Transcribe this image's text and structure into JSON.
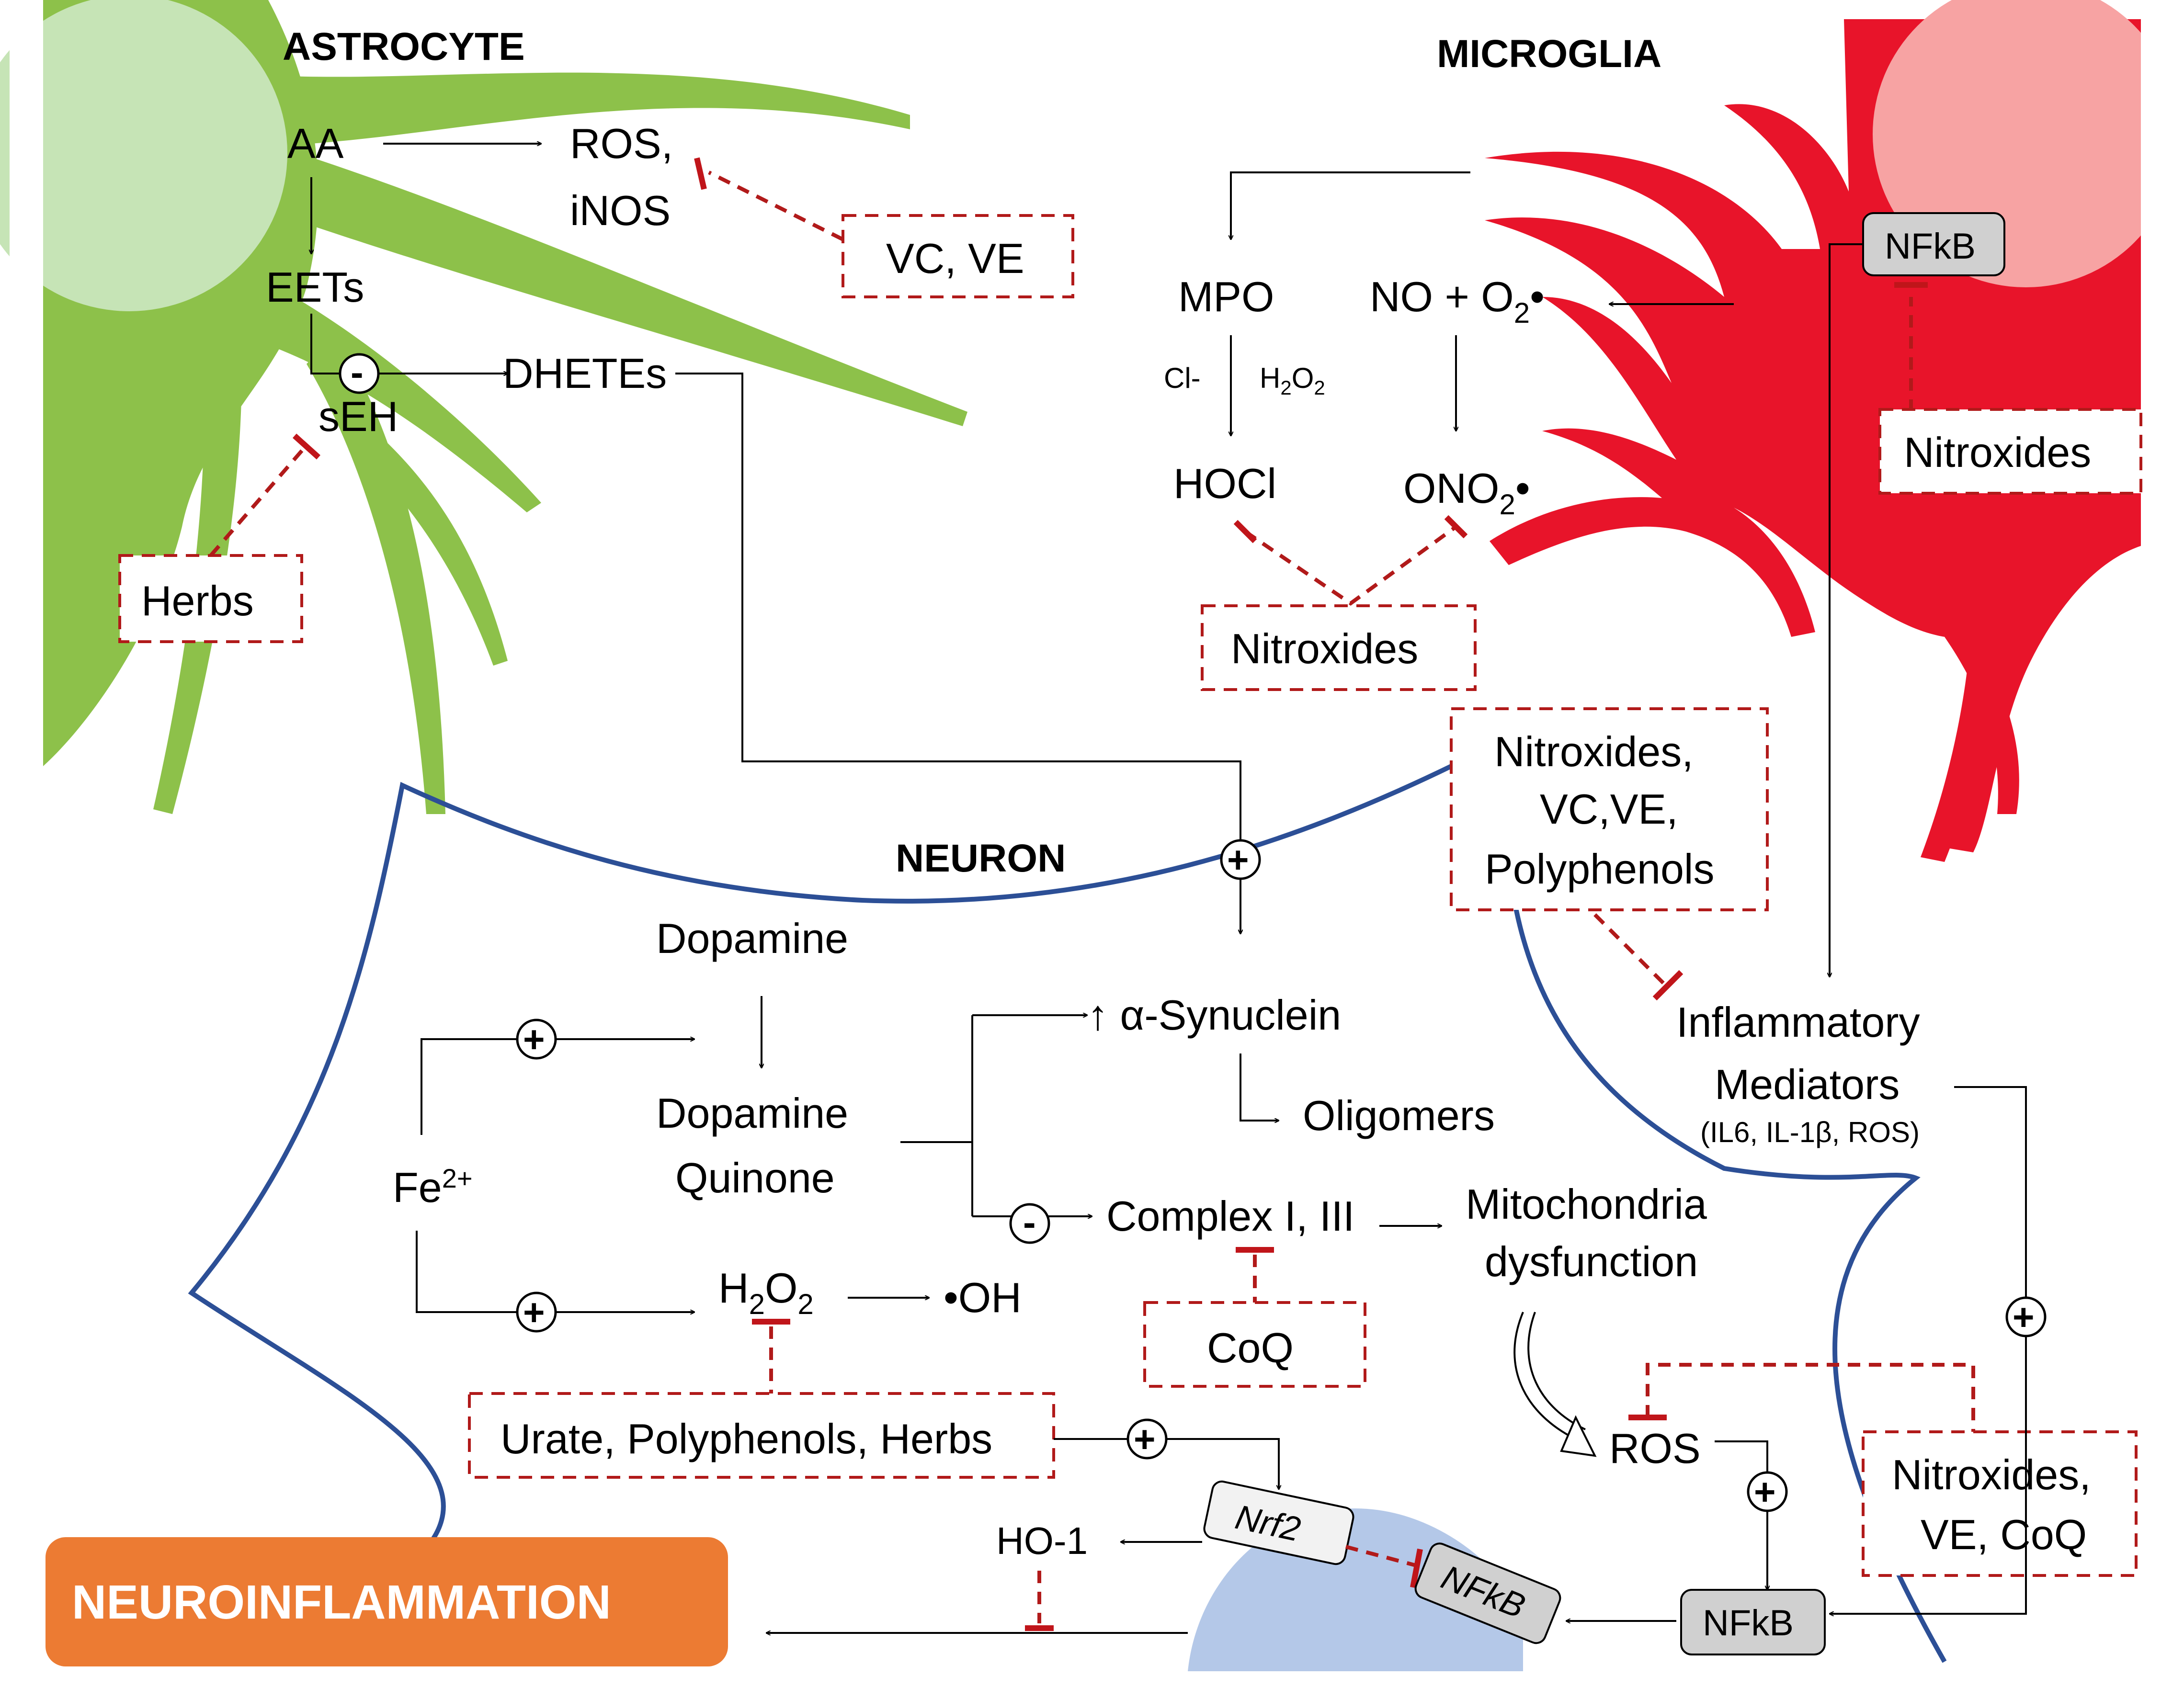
{
  "cells": {
    "astrocyte": "ASTROCYTE",
    "microglia": "MICROGLIA",
    "neuron": "NEURON"
  },
  "astrocyte_path": {
    "aa": "AA",
    "ros_line1": "ROS,",
    "ros_line2": "iNOS",
    "eets": "EETs",
    "minus": "-",
    "seh": "sEH",
    "dhetes": "DHETEs",
    "vc_ve_box": "VC, VE",
    "herbs_box": "Herbs"
  },
  "microglia_path": {
    "mpo": "MPO",
    "cl": "Cl-",
    "h2o2_main": "H",
    "h2o2_sub1": "2",
    "h2o2_mid": "O",
    "h2o2_sub2": "2",
    "hocl": "HOCl",
    "no_o2_main": "NO + O",
    "no_o2_sub": "2",
    "no_o2_dot": "•",
    "ono2_main": "ONO",
    "ono2_sub": "2",
    "ono2_dot": "•",
    "nitroxides_box": "Nitroxides",
    "nfkb": "NFkB",
    "nitroxides_right_box": "Nitroxides"
  },
  "neuron_path": {
    "antiox_box_line1": "Nitroxides,",
    "antiox_box_line2": "VC,VE,",
    "antiox_box_line3": "Polyphenols",
    "dopamine": "Dopamine",
    "dq_line1": "Dopamine",
    "dq_line2": "Quinone",
    "fe_main": "Fe",
    "fe_sup": "2+",
    "asyn": "↑ α-Synuclein",
    "oligomers": "Oligomers",
    "complex": "Complex  I, III",
    "mito_line1": "Mitochondria",
    "mito_line2": "dysfunction",
    "h2o2n_main": "H",
    "h2o2n_sub1": "2",
    "h2o2n_mid": "O",
    "h2o2n_sub2": "2",
    "oh": "•OH",
    "coq_box": "CoQ",
    "urate_box": "Urate, Polyphenols,  Herbs",
    "inflam_line1": "Inflammatory",
    "inflam_line2": "Mediators",
    "inflam_line3": "(IL6, IL-1β, ROS)",
    "ros": "ROS",
    "nitrox_ve_coq_line1": "Nitroxides,",
    "nitrox_ve_coq_line2": "VE, CoQ",
    "nfkb": "NFkB",
    "nrf2": "Nrf2",
    "nucleus_nfkb": "NFkB",
    "ho1": "HO-1",
    "plus": "+"
  },
  "banner": {
    "label": "NEUROINFLAMMATION"
  },
  "colors": {
    "astrocyte_green": "#8dc14a",
    "astrocyte_body": "#c6e4b6",
    "microglia_red": "#e8142a",
    "microglia_body": "#f7a3a3",
    "membrane_blue": "#2c4f96",
    "inhibition_red": "#b11a1a",
    "banner_orange": "#ec7b33",
    "nucleus_blue": "#b4c8e8"
  }
}
